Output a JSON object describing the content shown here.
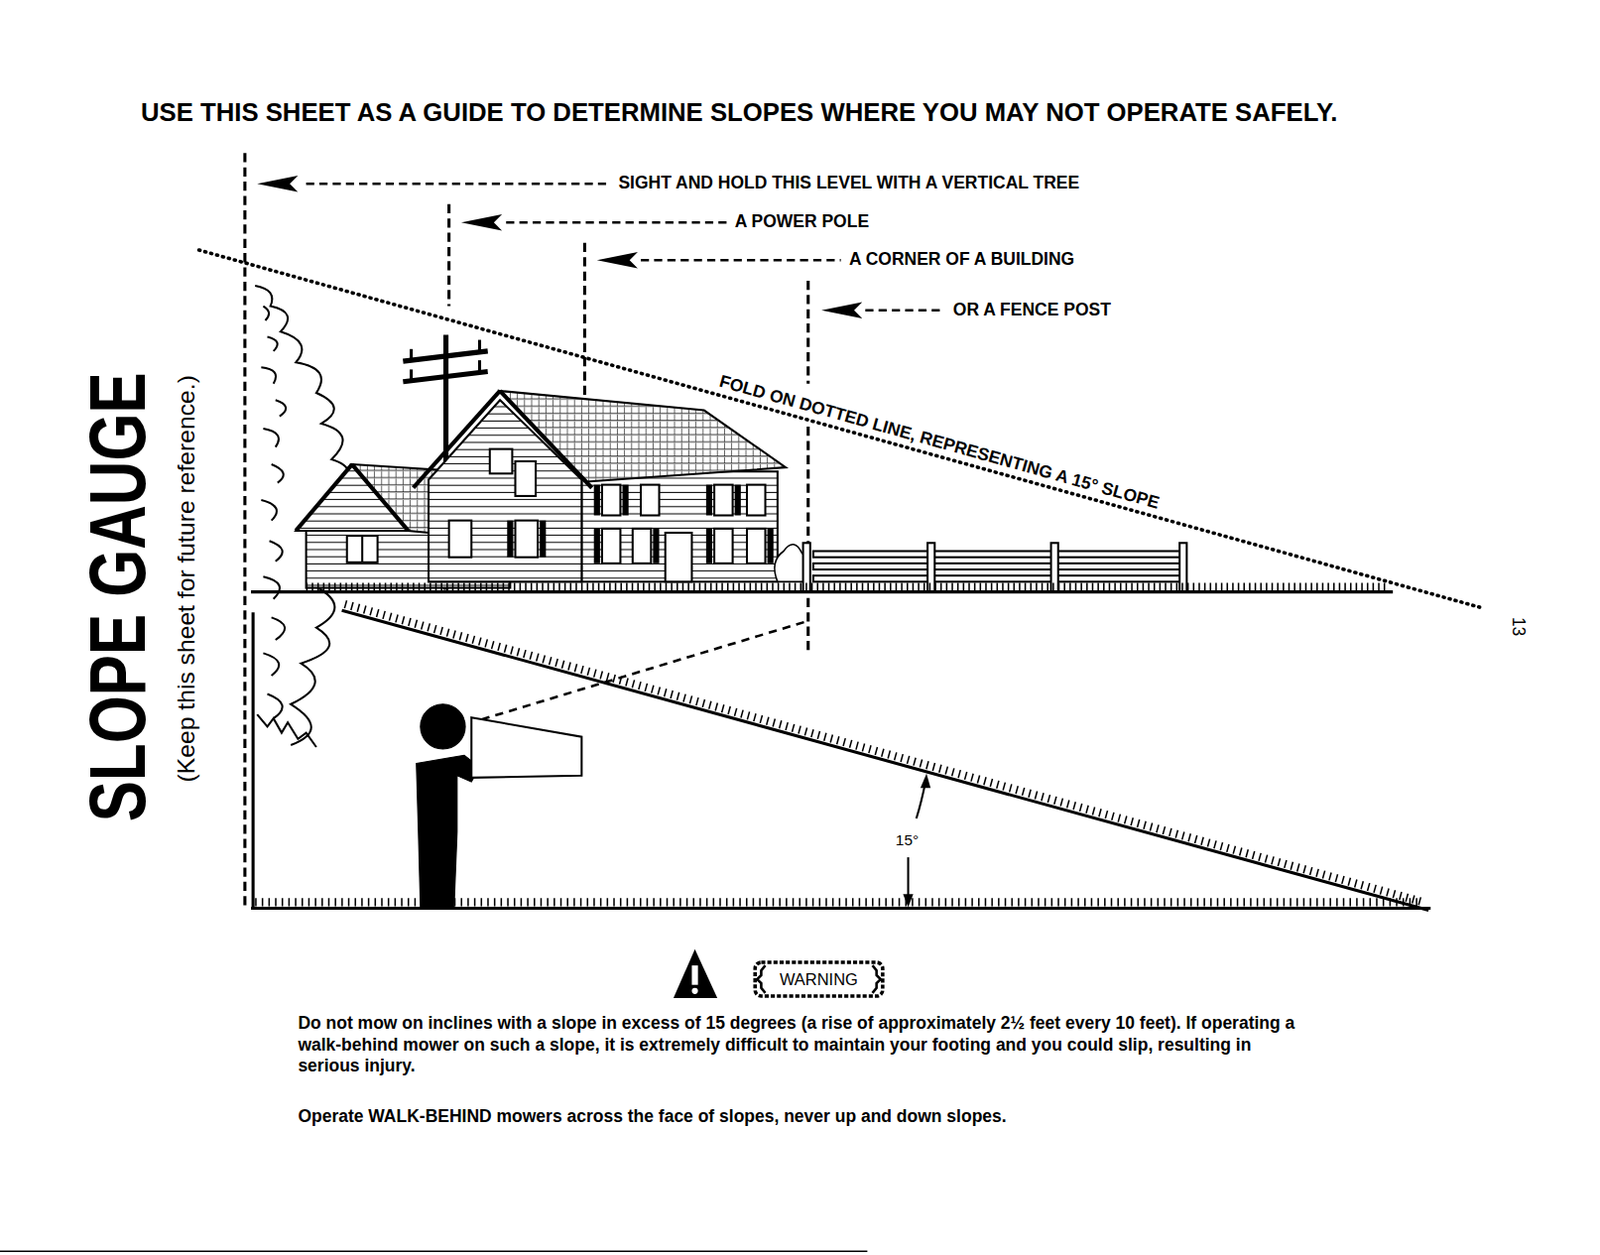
{
  "diagram": {
    "title": "USE THIS SHEET AS A GUIDE TO DETERMINE SLOPES WHERE YOU MAY NOT OPERATE SAFELY.",
    "nodes": [
      {
        "text": [
          "WARNING"
        ]
      }
    ],
    "labels": [
      "SLOPE GAUGE",
      "(Keep this sheet for future reference.)",
      "SIGHT AND HOLD THIS LEVEL WITH A VERTICAL TREE",
      "A POWER POLE",
      "A CORNER OF A BUILDING",
      "OR A FENCE POST",
      "FOLD ON DOTTED LINE, REPRESENTING A 15° SLOPE",
      "13",
      "15°",
      "Do not mow on inclines with a slope in excess of 15 degrees (a rise of approximately 2½ feet every 10 feet). If operating a walk-behind mower on such a slope, it is extremely difficult to maintain your footing and you could slip, resulting in serious injury.",
      "Operate WALK-BEHIND mowers across the face of slopes, never up and down slopes."
    ]
  }
}
